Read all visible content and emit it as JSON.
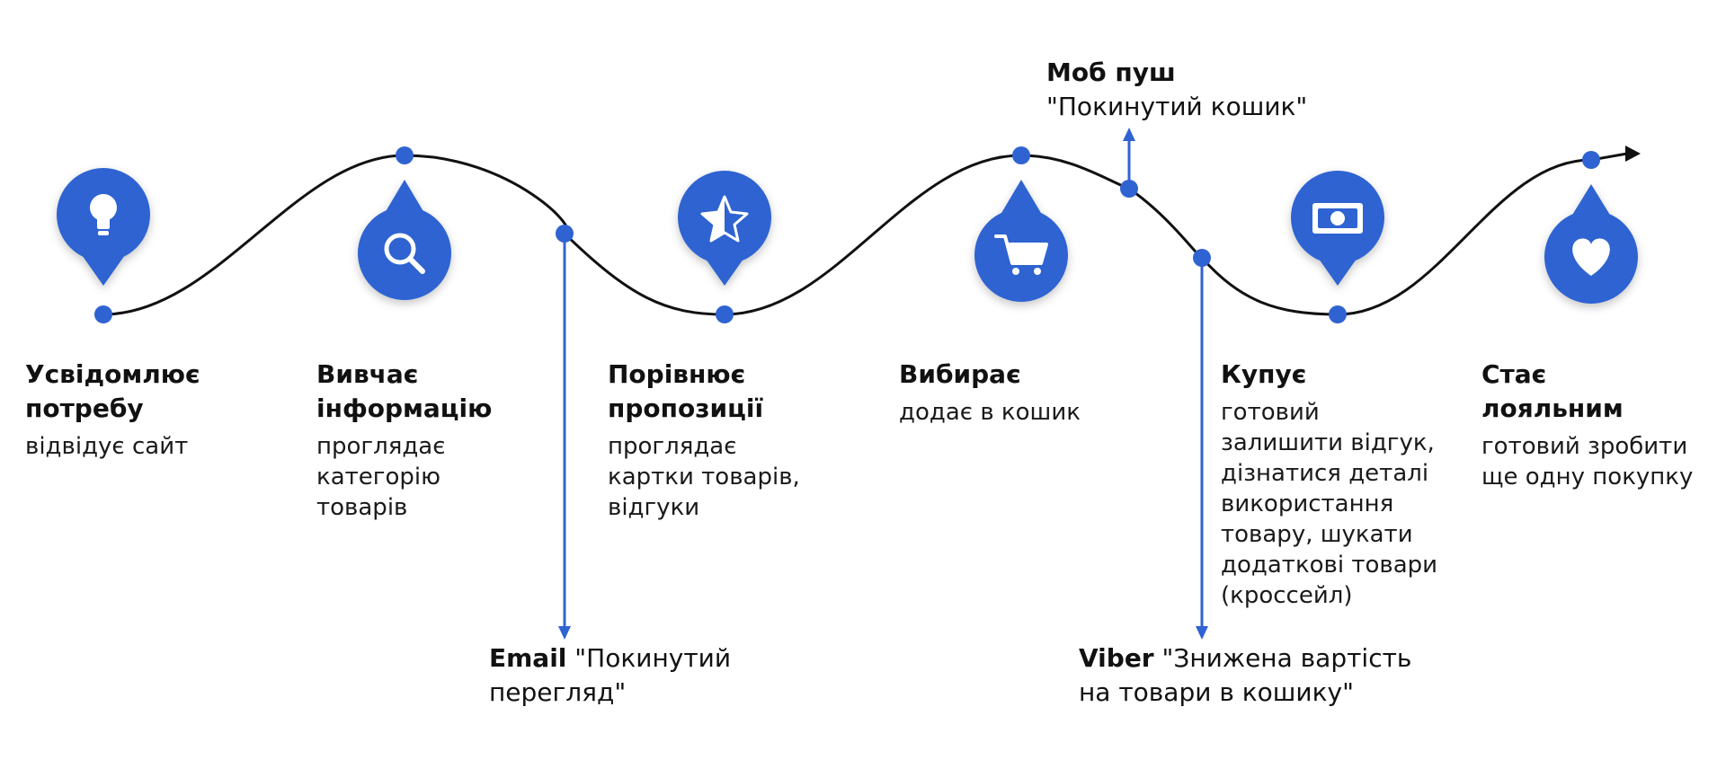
{
  "colors": {
    "accent": "#2f63d1",
    "line": "#111111",
    "text": "#111111"
  },
  "stages": [
    {
      "title": "Усвідомлює\nпотребу",
      "desc": "відвідує сайт",
      "icon": "lightbulb-icon"
    },
    {
      "title": "Вивчає\nінформацію",
      "desc": "проглядає\nкатегорію\nтоварів",
      "icon": "search-icon"
    },
    {
      "title": "Порівнює\nпропозиції",
      "desc": "проглядає\nкартки товарів,\nвідгуки",
      "icon": "half-star-icon"
    },
    {
      "title": "Вибирає",
      "desc": "додає в кошик",
      "icon": "cart-icon"
    },
    {
      "title": "Купує",
      "desc": "готовий\nзалишити відгук,\nдізнатися деталі\nвикористання\nтовару, шукати\nдодаткові товари\n(кроссейл)",
      "icon": "money-icon"
    },
    {
      "title": "Стає\nлояльним",
      "desc": "готовий зробити\nще одну покупку",
      "icon": "heart-icon"
    }
  ],
  "channels": {
    "email": {
      "name": "Email",
      "text": " \"Покинутий\nперегляд\""
    },
    "push": {
      "name": "Моб пуш",
      "text": "\"Покинутий кошик\""
    },
    "viber": {
      "name": "Viber",
      "text": " \"Знижена вартість\nна товари в кошику\""
    }
  }
}
